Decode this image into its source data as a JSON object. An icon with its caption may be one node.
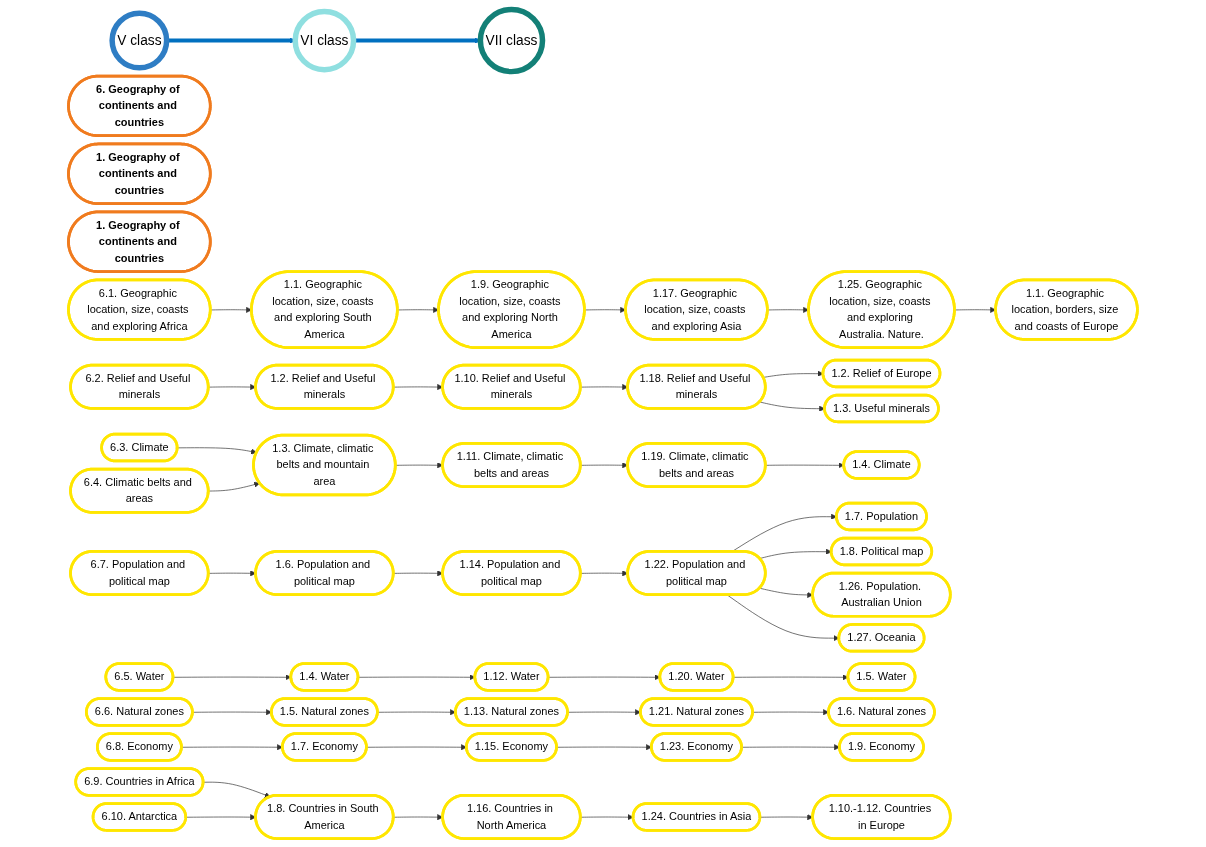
{
  "diagram": {
    "nodes": [
      {
        "text": [
          "V class"
        ]
      },
      {
        "text": [
          "VI class"
        ]
      },
      {
        "text": [
          "VII class"
        ]
      },
      {
        "text": [
          "6. Geography of continents and countries"
        ]
      },
      {
        "text": [
          "1. Geography of continents and countries"
        ]
      },
      {
        "text": [
          "1. Geography of continents and countries"
        ]
      },
      {
        "text": [
          "6.1. Geographic location, size, coasts and exploring Africa"
        ]
      },
      {
        "text": [
          "6.2. Relief and Useful minerals"
        ]
      },
      {
        "text": [
          "6.3. Climate"
        ]
      },
      {
        "text": [
          "6.4. Climatic belts and areas"
        ]
      },
      {
        "text": [
          "6.5. Water"
        ]
      },
      {
        "text": [
          "6.6. Natural zones"
        ]
      },
      {
        "text": [
          "6.7. Population and political map"
        ]
      },
      {
        "text": [
          "6.8. Economy"
        ]
      },
      {
        "text": [
          "6.9. Countries in Africa"
        ]
      },
      {
        "text": [
          "6.10. Antarctica"
        ]
      },
      {
        "text": [
          "1.1. Geographic location, size, coasts and exploring South America"
        ]
      },
      {
        "text": [
          "1.2. Relief and Useful minerals"
        ]
      },
      {
        "text": [
          "1.3. Climate, climatic belts and mountain area"
        ]
      },
      {
        "text": [
          "1.4. Water"
        ]
      },
      {
        "text": [
          "1.5. Natural zones"
        ]
      },
      {
        "text": [
          "1.6. Population and political map"
        ]
      },
      {
        "text": [
          "1.7. Economy"
        ]
      },
      {
        "text": [
          "1.8. Countries in South America"
        ]
      },
      {
        "text": [
          "1.9. Geographic location, size, coasts and exploring North America"
        ]
      },
      {
        "text": [
          "1.10. Relief and Useful minerals"
        ]
      },
      {
        "text": [
          "1.11. Climate, climatic belts and areas"
        ]
      },
      {
        "text": [
          "1.12. Water"
        ]
      },
      {
        "text": [
          "1.13. Natural zones"
        ]
      },
      {
        "text": [
          "1.14. Population and political map"
        ]
      },
      {
        "text": [
          "1.15. Economy"
        ]
      },
      {
        "text": [
          "1.16. Countries in North America"
        ]
      },
      {
        "text": [
          "1.17. Geographic location, size, coasts and exploring Asia"
        ]
      },
      {
        "text": [
          "1.18. Relief and Useful minerals"
        ]
      },
      {
        "text": [
          "1.19. Climate, climatic belts and areas"
        ]
      },
      {
        "text": [
          "1.20. Water"
        ]
      },
      {
        "text": [
          "1.21. Natural zones"
        ]
      },
      {
        "text": [
          "1.22. Population and political map"
        ]
      },
      {
        "text": [
          "1.23. Economy"
        ]
      },
      {
        "text": [
          "1.24. Countries in Asia"
        ]
      },
      {
        "text": [
          "1.25. Geographic location, size, coasts and exploring Australia. Nature."
        ]
      },
      {
        "text": [
          "1.26. Population. Australian Union"
        ]
      },
      {
        "text": [
          "1.27. Oceania"
        ]
      },
      {
        "text": [
          "1.1. Geographic location, borders, size and coasts of Europe"
        ]
      },
      {
        "text": [
          "1.2. Relief of Europe"
        ]
      },
      {
        "text": [
          "1.3. Useful minerals"
        ]
      },
      {
        "text": [
          "1.4. Climate"
        ]
      },
      {
        "text": [
          "1.5. Water"
        ]
      },
      {
        "text": [
          "1.6. Natural zones"
        ]
      },
      {
        "text": [
          "1.7. Population"
        ]
      },
      {
        "text": [
          "1.8. Political map"
        ]
      },
      {
        "text": [
          "1.9. Economy"
        ]
      },
      {
        "text": [
          "1.10.-1.12. Countries in Europe"
        ]
      }
    ],
    "edges": [
      {
        "from": 0,
        "to": 1,
        "arrow": "to",
        "style": "thick",
        "color": "#0070c0"
      },
      {
        "from": 1,
        "to": 2,
        "arrow": "to",
        "style": "thick",
        "color": "#0070c0"
      },
      {
        "from": 6,
        "to": 16,
        "arrow": "to"
      },
      {
        "from": 7,
        "to": 17,
        "arrow": "to"
      },
      {
        "from": 8,
        "to": 18,
        "arrow": "to"
      },
      {
        "from": 9,
        "to": 18,
        "arrow": "to"
      },
      {
        "from": 10,
        "to": 19,
        "arrow": "to"
      },
      {
        "from": 11,
        "to": 20,
        "arrow": "to"
      },
      {
        "from": 12,
        "to": 21,
        "arrow": "to"
      },
      {
        "from": 13,
        "to": 22,
        "arrow": "to"
      },
      {
        "from": 14,
        "to": 23,
        "arrow": "to"
      },
      {
        "from": 15,
        "to": 23,
        "arrow": "to"
      },
      {
        "from": 16,
        "to": 24,
        "arrow": "to"
      },
      {
        "from": 17,
        "to": 25,
        "arrow": "to"
      },
      {
        "from": 18,
        "to": 26,
        "arrow": "to"
      },
      {
        "from": 19,
        "to": 27,
        "arrow": "to"
      },
      {
        "from": 20,
        "to": 28,
        "arrow": "to"
      },
      {
        "from": 21,
        "to": 29,
        "arrow": "to"
      },
      {
        "from": 22,
        "to": 30,
        "arrow": "to"
      },
      {
        "from": 23,
        "to": 31,
        "arrow": "to"
      },
      {
        "from": 24,
        "to": 32,
        "arrow": "to"
      },
      {
        "from": 25,
        "to": 33,
        "arrow": "to"
      },
      {
        "from": 26,
        "to": 34,
        "arrow": "to"
      },
      {
        "from": 27,
        "to": 35,
        "arrow": "to"
      },
      {
        "from": 28,
        "to": 36,
        "arrow": "to"
      },
      {
        "from": 29,
        "to": 37,
        "arrow": "to"
      },
      {
        "from": 30,
        "to": 38,
        "arrow": "to"
      },
      {
        "from": 31,
        "to": 39,
        "arrow": "to"
      },
      {
        "from": 32,
        "to": 40,
        "arrow": "to"
      },
      {
        "from": 40,
        "to": 43,
        "arrow": "to"
      },
      {
        "from": 33,
        "to": 44,
        "arrow": "to"
      },
      {
        "from": 33,
        "to": 45,
        "arrow": "to"
      },
      {
        "from": 34,
        "to": 46,
        "arrow": "to"
      },
      {
        "from": 35,
        "to": 47,
        "arrow": "to"
      },
      {
        "from": 36,
        "to": 48,
        "arrow": "to"
      },
      {
        "from": 37,
        "to": 49,
        "arrow": "to"
      },
      {
        "from": 37,
        "to": 50,
        "arrow": "to"
      },
      {
        "from": 37,
        "to": 41,
        "arrow": "to"
      },
      {
        "from": 37,
        "to": 42,
        "arrow": "to"
      },
      {
        "from": 38,
        "to": 51,
        "arrow": "to"
      },
      {
        "from": 39,
        "to": 52,
        "arrow": "to"
      }
    ]
  }
}
